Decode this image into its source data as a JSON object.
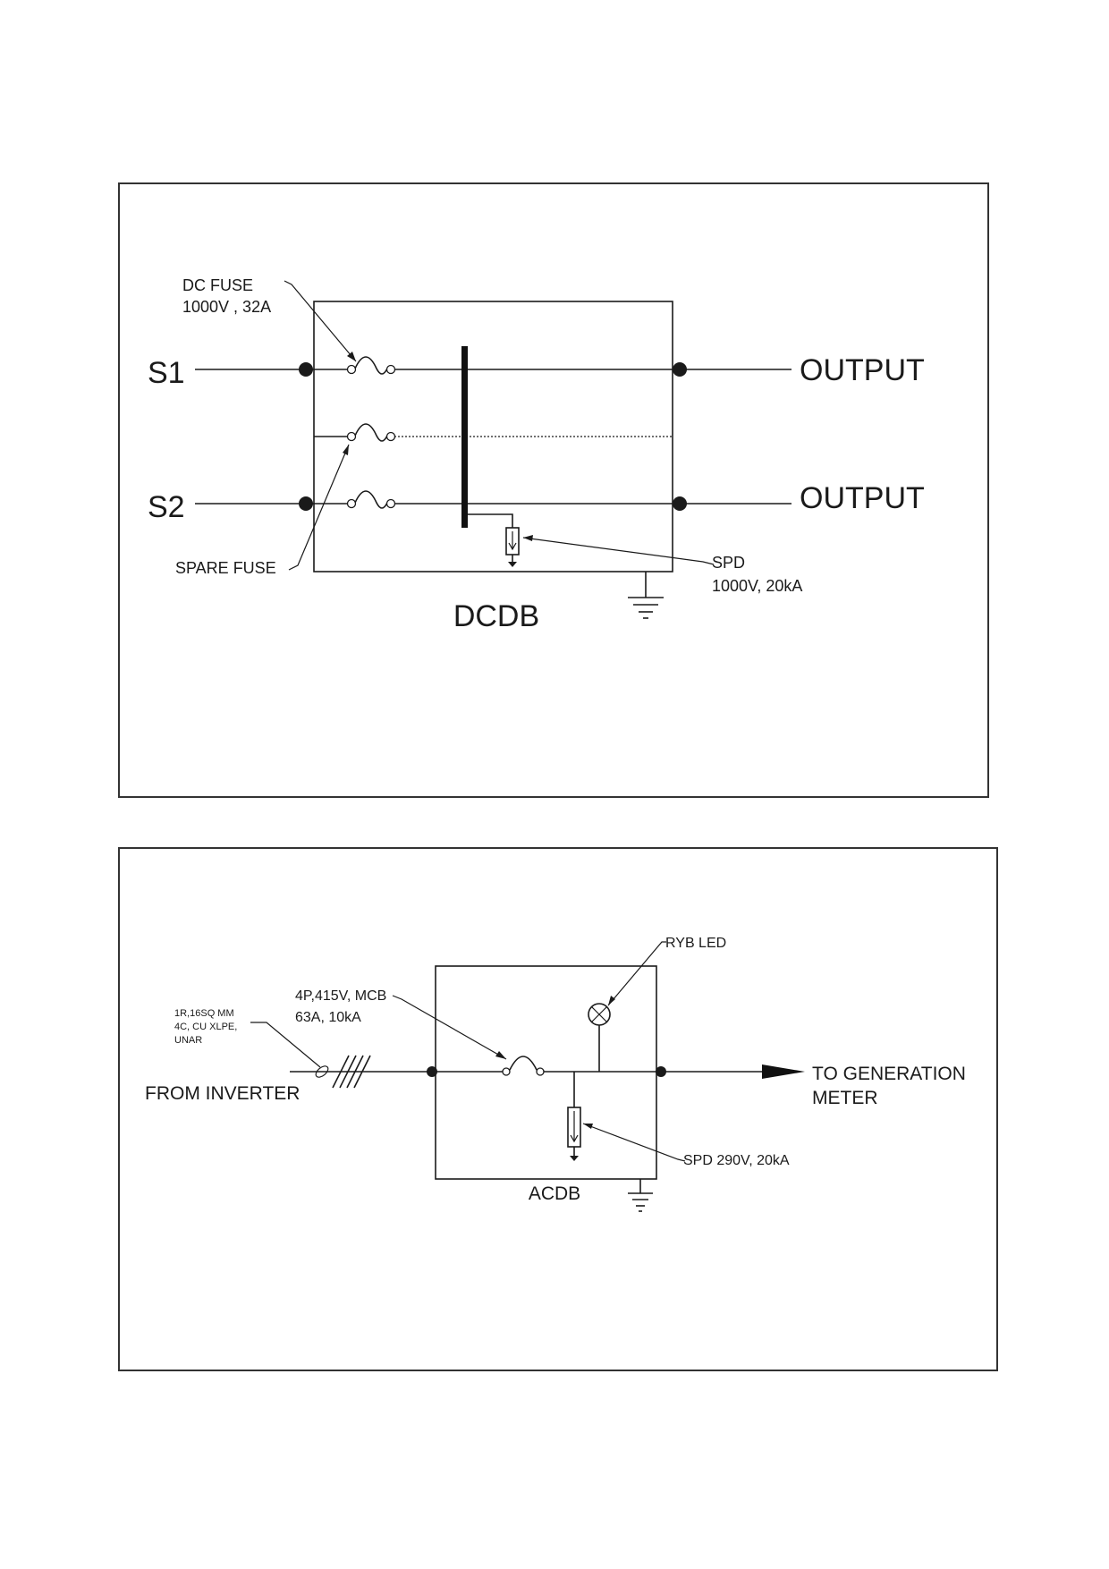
{
  "dcdb": {
    "title": "DCDB",
    "inputs": [
      "S1",
      "S2"
    ],
    "outputs": [
      "OUTPUT",
      "OUTPUT"
    ],
    "dc_fuse": {
      "line1": "DC FUSE",
      "line2": "1000V , 32A"
    },
    "spare_fuse": "SPARE FUSE",
    "spd": {
      "line1": "SPD",
      "line2": "1000V, 20kA"
    }
  },
  "acdb": {
    "title": "ACDB",
    "source": "FROM INVERTER",
    "cable": {
      "line1": "1R,16SQ MM",
      "line2": "4C, CU XLPE,",
      "line3": "UNAR"
    },
    "mcb": {
      "line1": "4P,415V, MCB",
      "line2": "63A, 10kA"
    },
    "led": "RYB LED",
    "spd": "SPD 290V, 20kA",
    "destination": {
      "line1": "TO GENERATION",
      "line2": "METER"
    }
  }
}
